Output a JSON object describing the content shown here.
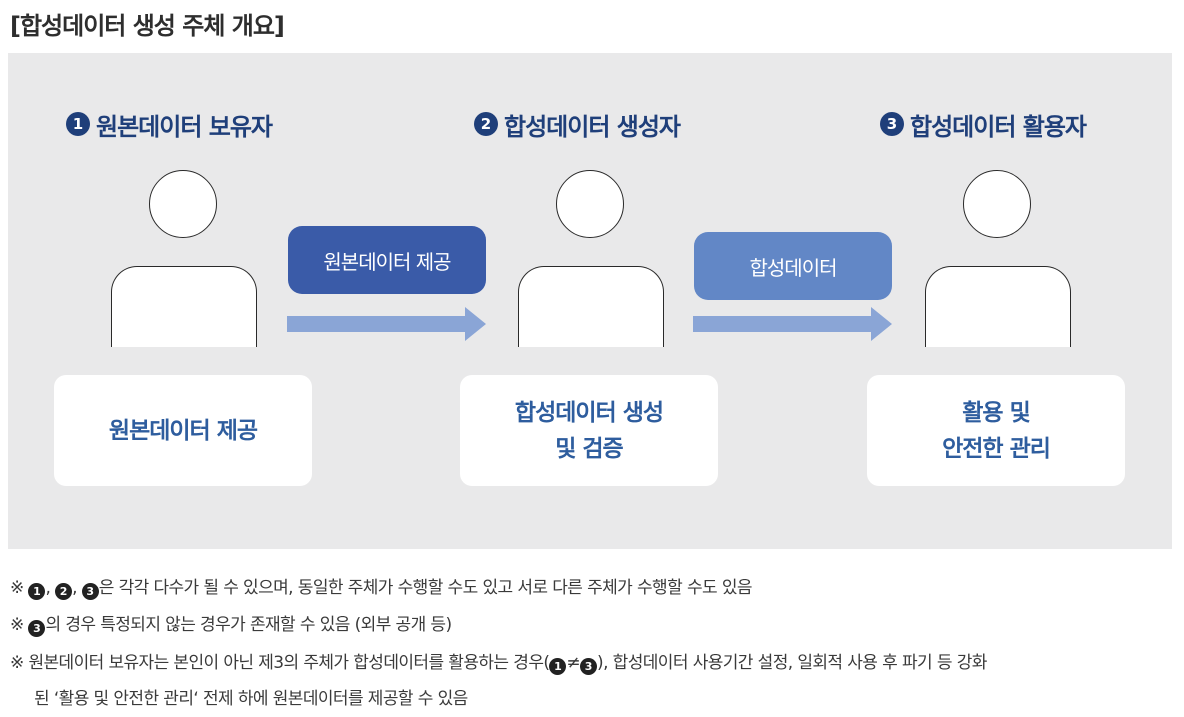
{
  "title": "[합성데이터 생성 주체 개요]",
  "roles": [
    {
      "num": "1",
      "label": "원본데이터 보유자",
      "task_lines": [
        "원본데이터 제공"
      ]
    },
    {
      "num": "2",
      "label": "합성데이터 생성자",
      "task_lines": [
        "합성데이터 생성",
        "및 검증"
      ]
    },
    {
      "num": "3",
      "label": "합성데이터 활용자",
      "task_lines": [
        "활용 및",
        "안전한 관리"
      ]
    }
  ],
  "flows": [
    {
      "label": "원본데이터 제공",
      "color": "#3a5ba8"
    },
    {
      "label": "합성데이터",
      "color": "#6287c6"
    }
  ],
  "colors": {
    "heading": "#1f3f7a",
    "task_text": "#2e5d9e",
    "panel": "#e9e9ea",
    "arrow": "#8aa5d6"
  },
  "notes": {
    "n1": {
      "mark": "※",
      "b1": "1",
      "sep1": ",",
      "b2": "2",
      "sep2": ",",
      "b3": "3",
      "text": "은 각각 다수가 될 수 있으며, 동일한 주체가 수행할 수도 있고 서로 다른 주체가 수행할 수도 있음"
    },
    "n2": {
      "mark": "※",
      "b3": "3",
      "text": "의 경우 특정되지 않는 경우가 존재할 수 있음 (외부 공개 등)"
    },
    "n3": {
      "mark": "※",
      "text_a": "원본데이터 보유자는 본인이 아닌 제3의 주체가 합성데이터를 활용하는 경우(",
      "b1": "1",
      "neq": "≠",
      "b3": "3",
      "text_b": "), 합성데이터 사용기간 설정, 일회적 사용 후 파기 등 강화",
      "text_c": "된 ‘활용 및 안전한 관리‘ 전제 하에 원본데이터를 제공할 수 있음"
    }
  }
}
